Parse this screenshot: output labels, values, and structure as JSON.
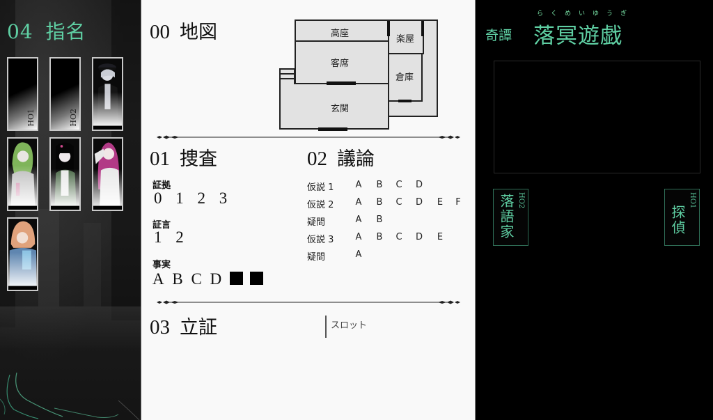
{
  "left_panel": {
    "section_num": "04",
    "section_title": "指名",
    "cards": [
      {
        "id": "card-ho1",
        "label": "HO1",
        "type": "empty"
      },
      {
        "id": "card-ho2",
        "label": "HO2",
        "type": "empty"
      },
      {
        "id": "card-char-cap",
        "label": "",
        "type": "character",
        "hair": "#c9ccd4",
        "clothes": "#1a1a1a"
      },
      {
        "id": "card-char-green",
        "label": "",
        "type": "character",
        "hair": "#7fb45a",
        "clothes": "#bdbdbd"
      },
      {
        "id": "card-char-black",
        "label": "",
        "type": "character",
        "hair": "#0d0d0d",
        "clothes": "#4d6b4a"
      },
      {
        "id": "card-char-magenta",
        "label": "",
        "type": "character",
        "hair": "#b23a86",
        "clothes": "#e8e8e8"
      },
      {
        "id": "card-char-orange",
        "label": "",
        "type": "character",
        "hair": "#e0a27c",
        "clothes": "#5f86b0"
      }
    ]
  },
  "center_panel": {
    "map": {
      "section_num": "00",
      "section_title": "地図",
      "rooms": {
        "koza": "高座",
        "gakuya": "楽屋",
        "kyakuseki": "客席",
        "souko": "倉庫",
        "genkan": "玄関"
      }
    },
    "investigation": {
      "section_num": "01",
      "section_title": "捜査",
      "evidence_label": "証拠",
      "evidence_values": [
        "0",
        "1",
        "2",
        "3"
      ],
      "testimony_label": "証言",
      "testimony_values": [
        "1",
        "2"
      ],
      "facts_label": "事実",
      "facts_values": [
        "A",
        "B",
        "C",
        "D"
      ],
      "facts_hidden_count": 2
    },
    "debate": {
      "section_num": "02",
      "section_title": "議論",
      "rows": [
        {
          "label": "仮説 1",
          "values": [
            "A",
            "B",
            "C",
            "D"
          ]
        },
        {
          "label": "仮説 2",
          "values": [
            "A",
            "B",
            "C",
            "D",
            "E",
            "F"
          ]
        },
        {
          "label": "疑問",
          "values": [
            "A",
            "B"
          ]
        },
        {
          "label": "仮説 3",
          "values": [
            "A",
            "B",
            "C",
            "D",
            "E"
          ]
        },
        {
          "label": "疑問",
          "values": [
            "A"
          ]
        }
      ]
    },
    "proof": {
      "section_num": "03",
      "section_title": "立証",
      "slot_label": "スロット"
    }
  },
  "right_panel": {
    "prefix": "奇譚",
    "title": "落冥遊戯",
    "ruby": "らくめいゆうぎ",
    "tags": [
      {
        "ho": "HO2",
        "role": "落語家"
      },
      {
        "ho": "HO1",
        "role": "探偵"
      }
    ]
  },
  "colors": {
    "accent_green": "#5fcfa3",
    "panel_light": "#f9f9f9",
    "panel_dark": "#000000"
  }
}
